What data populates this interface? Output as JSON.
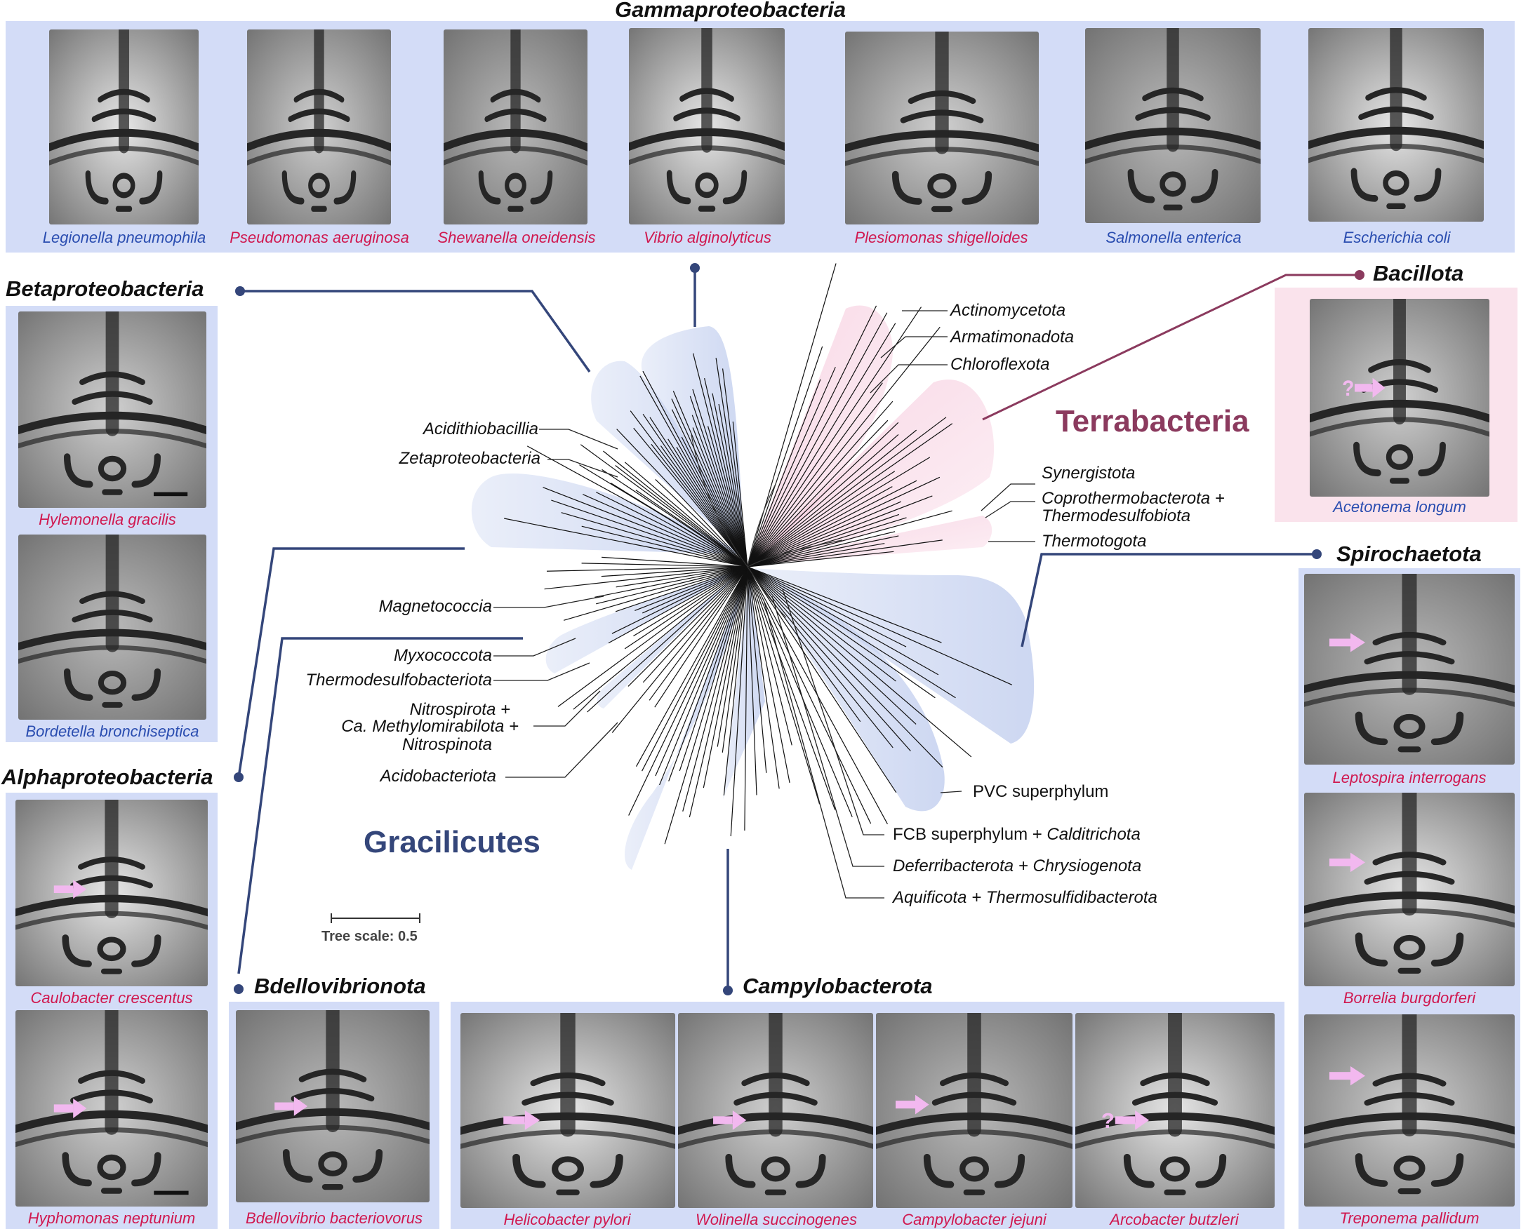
{
  "groups": {
    "gamma": "Gammaproteobacteria",
    "beta": "Betaproteobacteria",
    "alpha": "Alphaproteobacteria",
    "bdello": "Bdellovibrionota",
    "campy": "Campylobacterota",
    "spiro": "Spirochaetota",
    "bacillota": "Bacillota"
  },
  "species": {
    "legionella": "Legionella pneumophila",
    "pseudomonas": "Pseudomonas aeruginosa",
    "shewanella": "Shewanella oneidensis",
    "vibrio": "Vibrio alginolyticus",
    "plesiomonas": "Plesiomonas shigelloides",
    "salmonella": "Salmonella enterica",
    "ecoli": "Escherichia coli",
    "hylemonella": "Hylemonella gracilis",
    "bordetella": "Bordetella bronchiseptica",
    "caulobacter": "Caulobacter crescentus",
    "hyphomonas": "Hyphomonas neptunium",
    "bdellovibrio": "Bdellovibrio bacteriovorus",
    "helicobacter": "Helicobacter pylori",
    "wolinella": "Wolinella succinogenes",
    "campylobacter": "Campylobacter jejuni",
    "arcobacter": "Arcobacter butzleri",
    "acetonema": "Acetonema longum",
    "leptospira": "Leptospira interrogans",
    "borrelia": "Borrelia burgdorferi",
    "treponema": "Treponema pallidum"
  },
  "superclades": {
    "terra": "Terrabacteria",
    "graci": "Gracilicutes"
  },
  "phyla": {
    "actino": "Actinomycetota",
    "armati": "Armatimonadota",
    "chloro": "Chloroflexota",
    "synerg": "Synergistota",
    "copro": "Coprothermobacterota +",
    "thermodesulfobiota": "Thermodesulfobiota",
    "thermotoga": "Thermotogota",
    "pvc": "PVC superphylum",
    "fcb": "FCB superphylum + ",
    "calditri": "Calditrichota",
    "deferri": "Deferribacterota + ",
    "chrysio": "Chrysiogenota",
    "aquifi": "Aquificota + Thermosulfidibacterota",
    "acidithio": "Acidithiobacillia",
    "zeta": "Zetaproteobacteria",
    "magneto": "Magnetococcia",
    "myxo": "Myxococcota",
    "thermodesulfo": "Thermodesulfobacteriota",
    "nitro1": "Nitrospirota +",
    "ca": "Ca.",
    "methylo": " Methylomirabilota +",
    "nitro3": "Nitrospinota",
    "acido": "Acidobacteriota"
  },
  "tree_scale": "Tree scale: 0.5",
  "question_mark": "?",
  "colors": {
    "panel": "#d3dcf7",
    "panel_pink": "#fae3ec",
    "red_name": "#d0184f",
    "blue_name": "#2a4db0",
    "navy": "#34467a",
    "maroon": "#8b3a5e",
    "arrow": "#f2b8ef"
  }
}
